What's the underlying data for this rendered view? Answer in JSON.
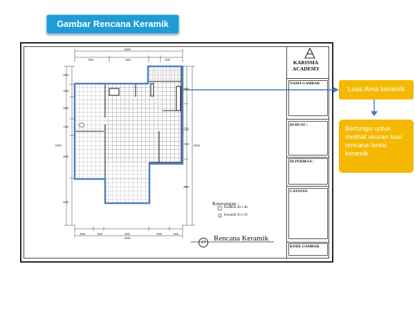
{
  "header": {
    "title": "Gambar Rencana Keramik"
  },
  "title_block": {
    "logo_icon": "triangle-logo-icon",
    "company_line1": "KARISMA",
    "company_line2": "ACADEMY",
    "nama_gambar": "NAMA GAMBAR",
    "di_buat": "DI BUAT :",
    "di_periksa": "DI PERIKSA :",
    "catatan": "CATATAN",
    "kode_gambar": "KODE GAMBAR"
  },
  "plan": {
    "title": "Rencana Keramik",
    "number": "17",
    "legend": {
      "title": "Keterangan :",
      "item1": "Keramik 40 x 40",
      "item2": "Keramik 20 x 20"
    },
    "dims": {
      "top_total": "10000",
      "top_1": "5000",
      "top_2": "4000",
      "top_3": "1000",
      "left_1": "2000",
      "left_2": "1000",
      "left_3": "2000",
      "left_4": "1500",
      "left_5": "4000",
      "left_6": "4500",
      "left_total": "15000",
      "right_total": "15000",
      "right_1": "2000",
      "right_2": "1500",
      "right_3": "1500",
      "right_4": "2000",
      "bottom_1": "2000",
      "bottom_2": "1000",
      "bottom_3": "4000",
      "bottom_4": "2000",
      "bottom_5": "1000",
      "bottom_total": "10000"
    }
  },
  "callouts": {
    "area_label": "Luas Area keramik",
    "description": "Berfungsi untuk melihat ukuran luas rencana lantai keramik"
  },
  "colors": {
    "badge": "#1f9bd6",
    "callout": "#f5b800",
    "arrow": "#3a7dc4",
    "outline": "#4a7fc1"
  }
}
